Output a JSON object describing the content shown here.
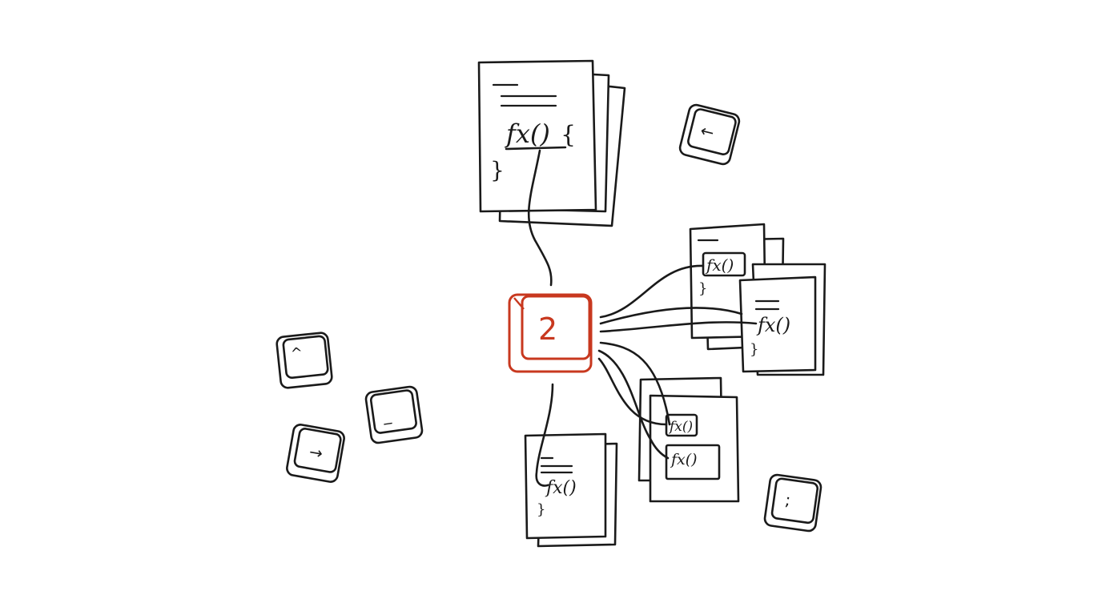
{
  "colors": {
    "ink": "#1a1a1a",
    "accent": "#c8381f",
    "background": "#ffffff"
  },
  "hub_key": {
    "label": "2"
  },
  "documents": {
    "top": {
      "function": "fx()",
      "open_brace": "{",
      "close_brace": "}"
    },
    "right_upper_back": {
      "function": "fx()",
      "close_brace": "}"
    },
    "right_upper_front": {
      "function": "fx()",
      "close_brace": "}"
    },
    "right_lower_a": {
      "function": "fx()"
    },
    "right_lower_b": {
      "function": "fx()"
    },
    "bottom": {
      "function": "fx()",
      "close_brace": "}"
    }
  },
  "keys": {
    "arrow_left": {
      "glyph": "←",
      "icon": "arrow-left-icon"
    },
    "caret": {
      "glyph": "^",
      "icon": "caret-icon"
    },
    "underscore": {
      "glyph": "_",
      "icon": "underscore-icon"
    },
    "arrow_right": {
      "glyph": "→",
      "icon": "arrow-right-icon"
    },
    "semicolon": {
      "glyph": ";",
      "icon": "semicolon-icon"
    }
  }
}
